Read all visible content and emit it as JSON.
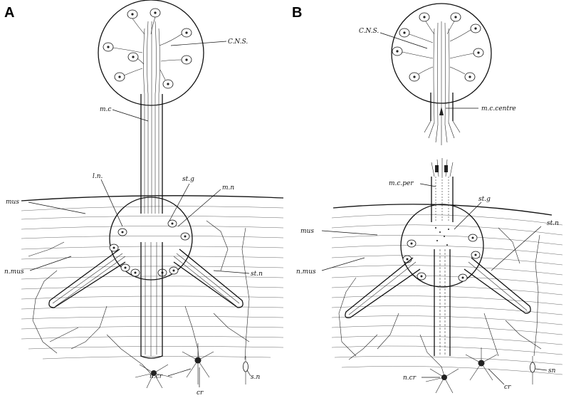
{
  "panels": {
    "a": {
      "letter": "A",
      "labels": {
        "cns": "C.N.S.",
        "mc": "m.c",
        "ln": "l.n.",
        "stg": "st.g",
        "mn": "m.n",
        "mus": "mus",
        "nmus": "n.mus",
        "stn": "st.n",
        "ncr": "n.cr",
        "cr": "cr",
        "sn": "s.n"
      }
    },
    "b": {
      "letter": "B",
      "labels": {
        "cns": "C.N.S.",
        "mccentre": "m.c.centre",
        "mcper": "m.c.per",
        "stg": "st.g",
        "stn": "st.n",
        "mus": "mus",
        "nmus": "n.mus",
        "ncr": "n.cr",
        "cr": "cr",
        "sn": "sn"
      }
    }
  },
  "colors": {
    "ink": "#111111",
    "paper": "#ffffff"
  }
}
